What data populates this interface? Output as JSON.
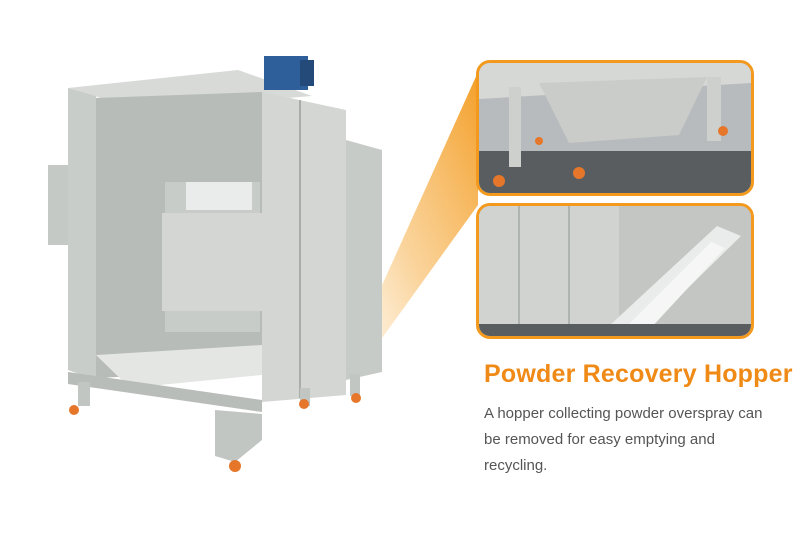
{
  "feature": {
    "title": "Powder Recovery Hopper",
    "description": "A hopper collecting powder overspray can be removed for easy emptying and recycling."
  },
  "colors": {
    "accent": "#f39a1e",
    "title": "#f08a16",
    "body_text": "#555555",
    "booth_gray": "#cdd1ce"
  },
  "images": {
    "main": "spray-booth-product",
    "detail_top": "hopper-underside-detail",
    "detail_bottom": "hopper-tray-detail"
  }
}
